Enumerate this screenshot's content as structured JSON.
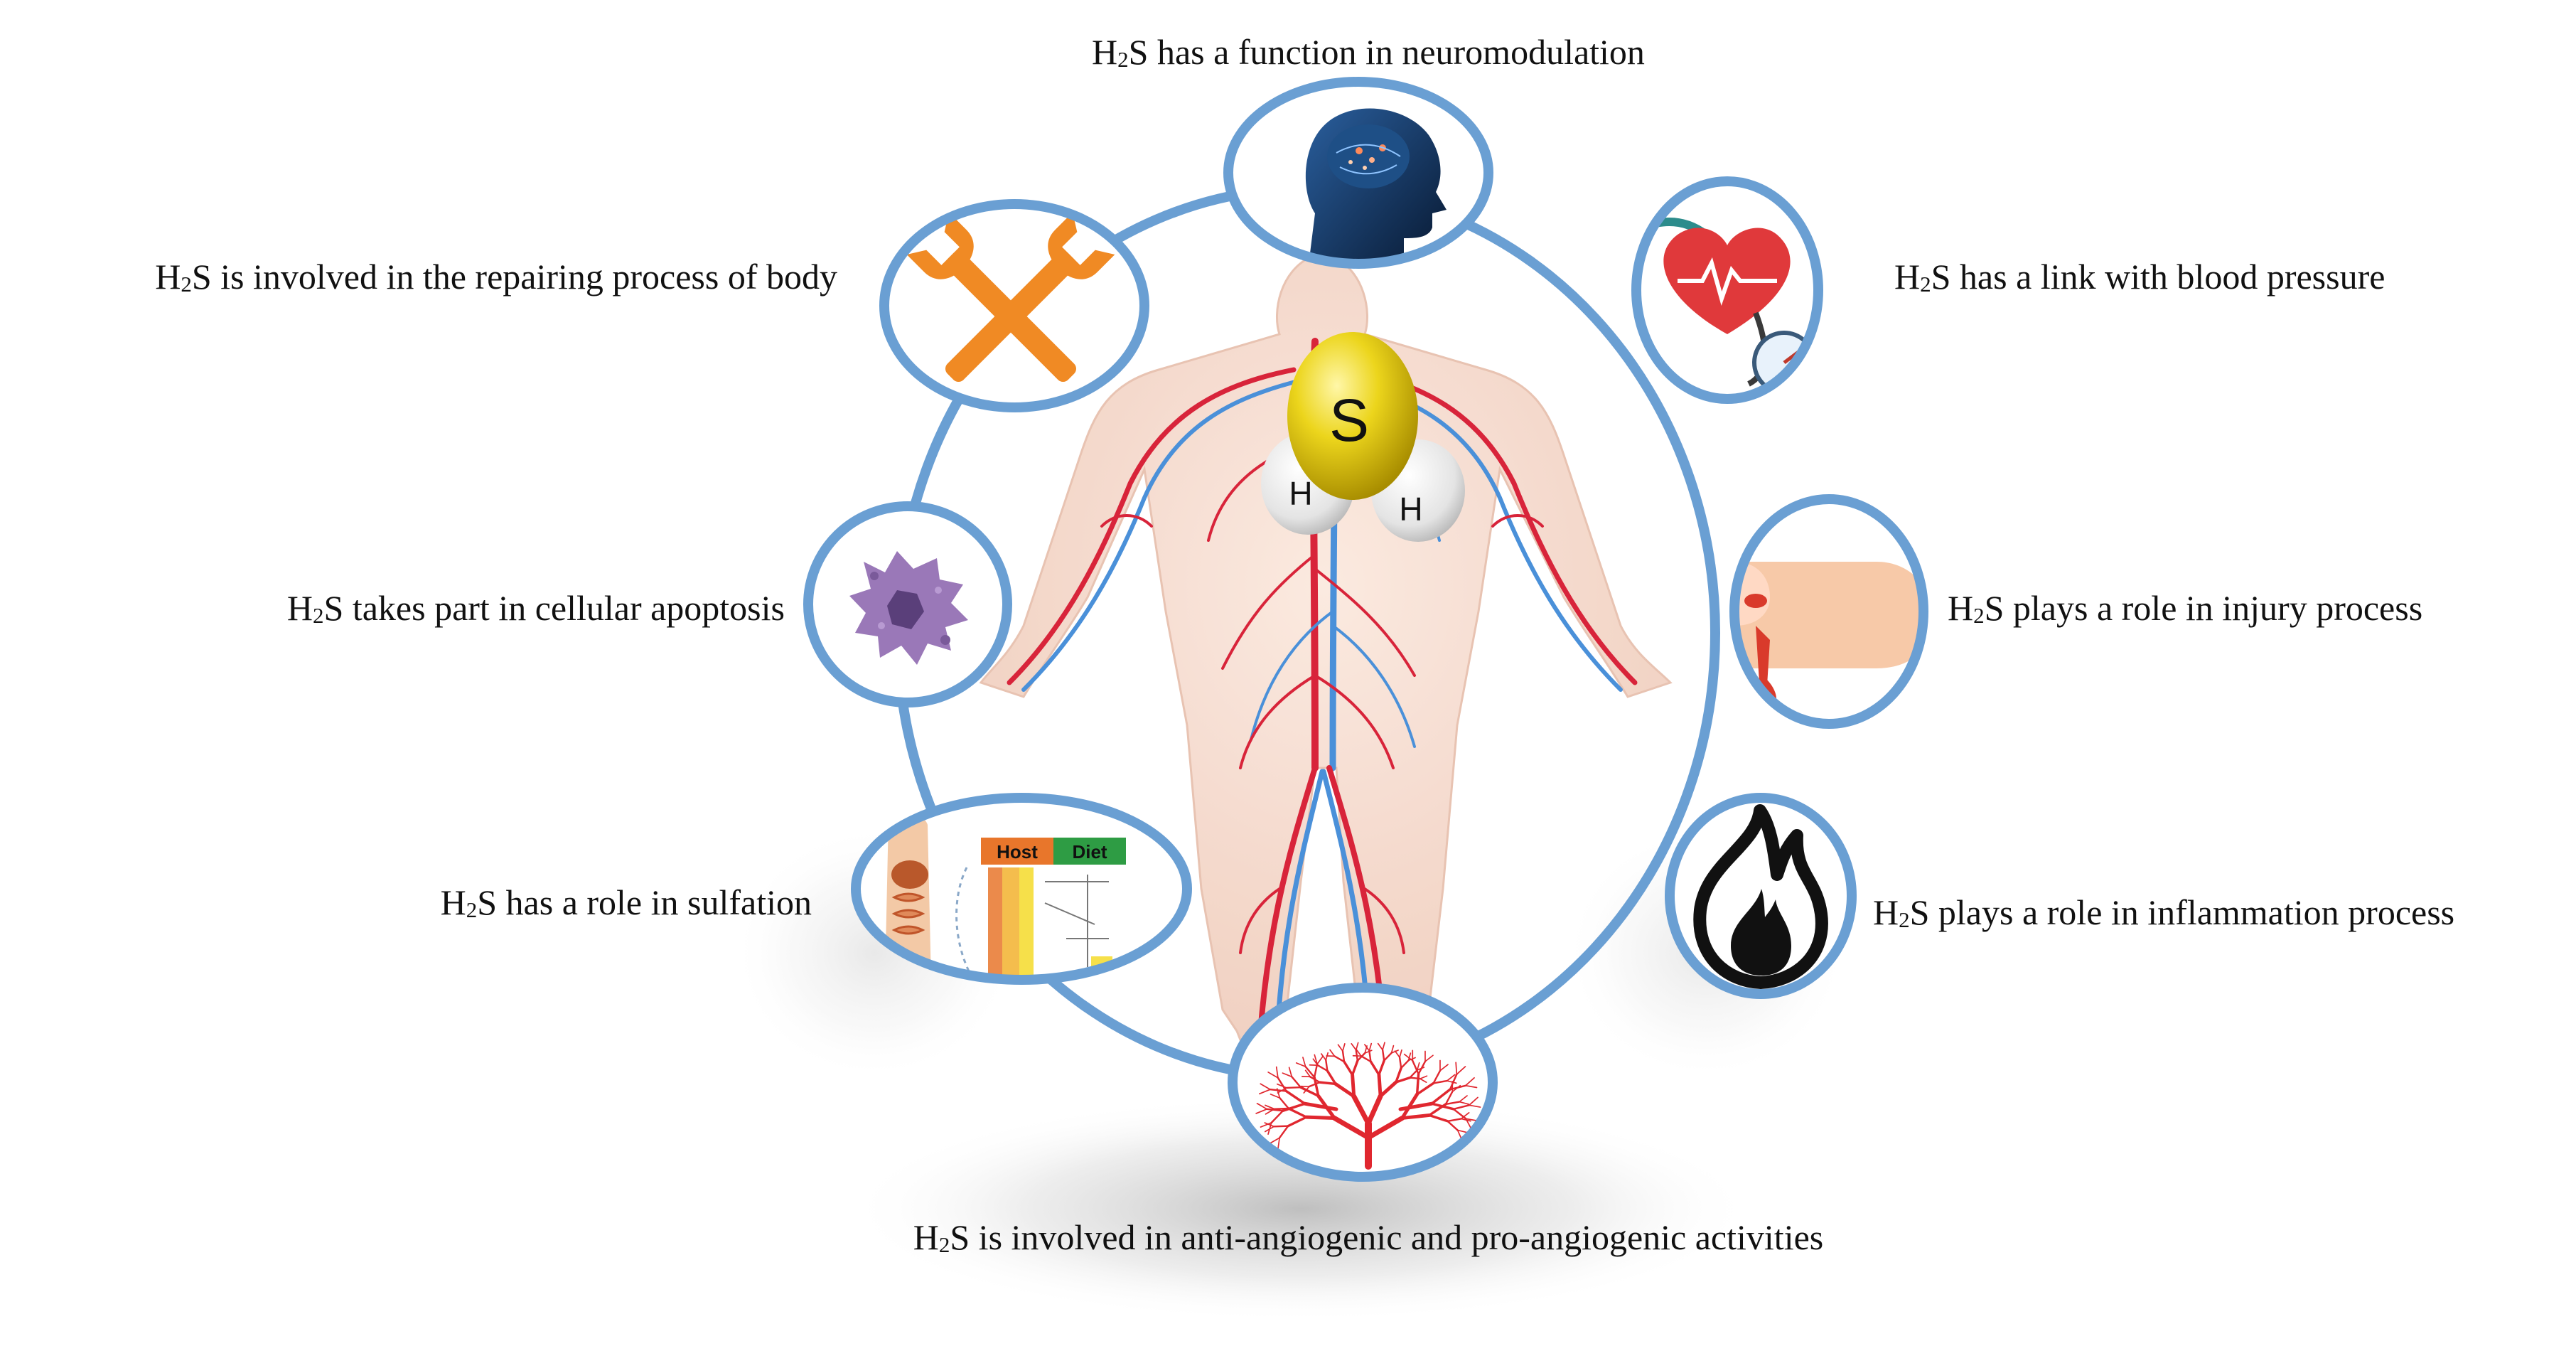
{
  "diagram": {
    "molecule": {
      "center_atom": "S",
      "left_atom": "H",
      "right_atom": "H"
    },
    "functions": [
      {
        "id": "neuromodulation",
        "prefix": "H",
        "sub": "2",
        "suffix": "S has a function  in neuromodulation",
        "icon": "brain-icon"
      },
      {
        "id": "blood-pressure",
        "prefix": "H",
        "sub": "2",
        "suffix": "S has a link  with  blood pressure",
        "icon": "heart-pressure-icon"
      },
      {
        "id": "injury",
        "prefix": "H",
        "sub": "2",
        "suffix": "S plays a role in injury  process",
        "icon": "injured-finger-icon"
      },
      {
        "id": "inflammation",
        "prefix": "H",
        "sub": "2",
        "suffix": "S plays a role in inflammation  process",
        "icon": "flame-icon"
      },
      {
        "id": "angiogenesis",
        "prefix": "H",
        "sub": "2",
        "suffix": "S is involved  in anti-angiogenic  and pro-angiogenic activities",
        "icon": "blood-vessel-icon"
      },
      {
        "id": "sulfation",
        "prefix": "H",
        "sub": "2",
        "suffix": "S has a role in  sulfation",
        "icon": "digestive-system-icon"
      },
      {
        "id": "apoptosis",
        "prefix": "H",
        "sub": "2",
        "suffix": "S takes part in  cellular  apoptosis",
        "icon": "apoptotic-cell-icon"
      },
      {
        "id": "repair",
        "prefix": "H",
        "sub": "2",
        "suffix": "S is involved  in  the repairing  process of body",
        "icon": "tools-icon"
      }
    ],
    "sulfation_panel": {
      "host_label": "Host",
      "diet_label": "Diet"
    },
    "colors": {
      "ring": "#6a9fd3",
      "sulfur": "#e8d21a",
      "artery": "#d8243a",
      "vein": "#4a90d9",
      "tool": "#f08a24",
      "cell": "#8a6aa8",
      "flame": "#111111"
    }
  }
}
